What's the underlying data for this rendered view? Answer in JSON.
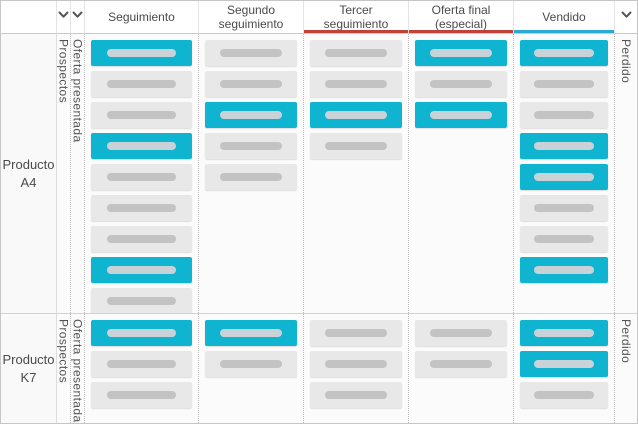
{
  "header": {
    "stages": [
      {
        "label": "Seguimiento",
        "underline": "none"
      },
      {
        "label": "Segundo seguimiento",
        "underline": "none"
      },
      {
        "label": "Tercer seguimiento",
        "underline": "red"
      },
      {
        "label": "Oferta final (especial)",
        "underline": "red"
      },
      {
        "label": "Vendido",
        "underline": "teal"
      }
    ]
  },
  "lanes": {
    "left": [
      "Prospectos",
      "Oferta presentada"
    ],
    "right": "Perdido"
  },
  "rows": [
    {
      "label": "Producto A4",
      "columns": [
        [
          "cyan",
          "gray",
          "gray",
          "cyan",
          "gray",
          "gray",
          "gray",
          "cyan",
          "gray"
        ],
        [
          "gray",
          "gray",
          "cyan",
          "gray",
          "gray"
        ],
        [
          "gray",
          "gray",
          "cyan",
          "gray"
        ],
        [
          "cyan",
          "gray",
          "cyan"
        ],
        [
          "cyan",
          "gray",
          "gray",
          "cyan",
          "cyan",
          "gray",
          "gray",
          "cyan"
        ]
      ]
    },
    {
      "label": "Producto K7",
      "columns": [
        [
          "cyan",
          "gray",
          "gray"
        ],
        [
          "cyan",
          "gray"
        ],
        [
          "gray",
          "gray",
          "gray"
        ],
        [
          "gray",
          "gray"
        ],
        [
          "cyan",
          "cyan",
          "gray"
        ]
      ]
    }
  ],
  "colors": {
    "card_cyan": "#0fb5d0",
    "card_gray": "#e8e8e8",
    "bar_gray": "#c3c3c3",
    "bar_cyan": "#c9d2d6",
    "underline_red": "#c0403a",
    "underline_teal": "#2aa9d2"
  },
  "icons": {
    "collapse": "chevron-down"
  }
}
